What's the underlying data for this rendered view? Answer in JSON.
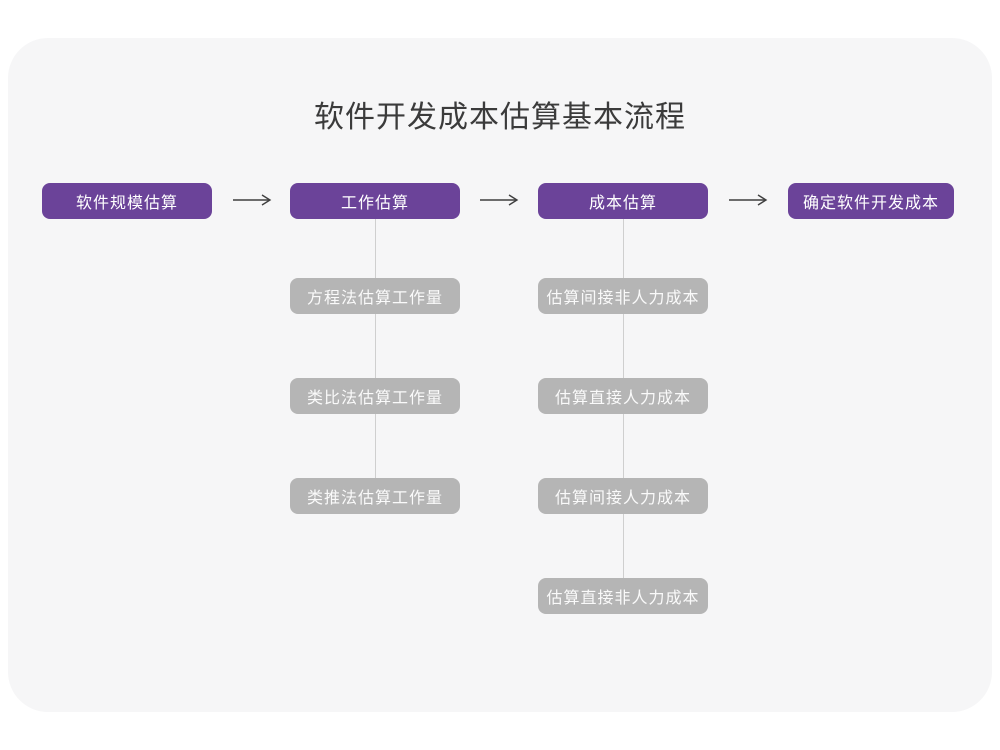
{
  "title": "软件开发成本估算基本流程",
  "colors": {
    "page_bg": "#ffffff",
    "card_bg": "#f6f6f7",
    "primary": "#6b4399",
    "secondary": "#b5b5b5",
    "connector": "#cfcfcf",
    "arrow": "#3f3f3f",
    "title_text": "#3b3b3b",
    "node_text": "#ffffff"
  },
  "flow": {
    "main_steps": [
      {
        "label": "软件规模估算"
      },
      {
        "label": "工作估算"
      },
      {
        "label": "成本估算"
      },
      {
        "label": "确定软件开发成本"
      }
    ],
    "arrows": [
      {
        "icon": "right-arrow-icon"
      },
      {
        "icon": "right-arrow-icon"
      },
      {
        "icon": "right-arrow-icon"
      }
    ],
    "sub_steps": {
      "work_estimation": [
        "方程法估算工作量",
        "类比法估算工作量",
        "类推法估算工作量"
      ],
      "cost_estimation": [
        "估算间接非人力成本",
        "估算直接人力成本",
        "估算间接人力成本",
        "估算直接非人力成本"
      ]
    }
  }
}
